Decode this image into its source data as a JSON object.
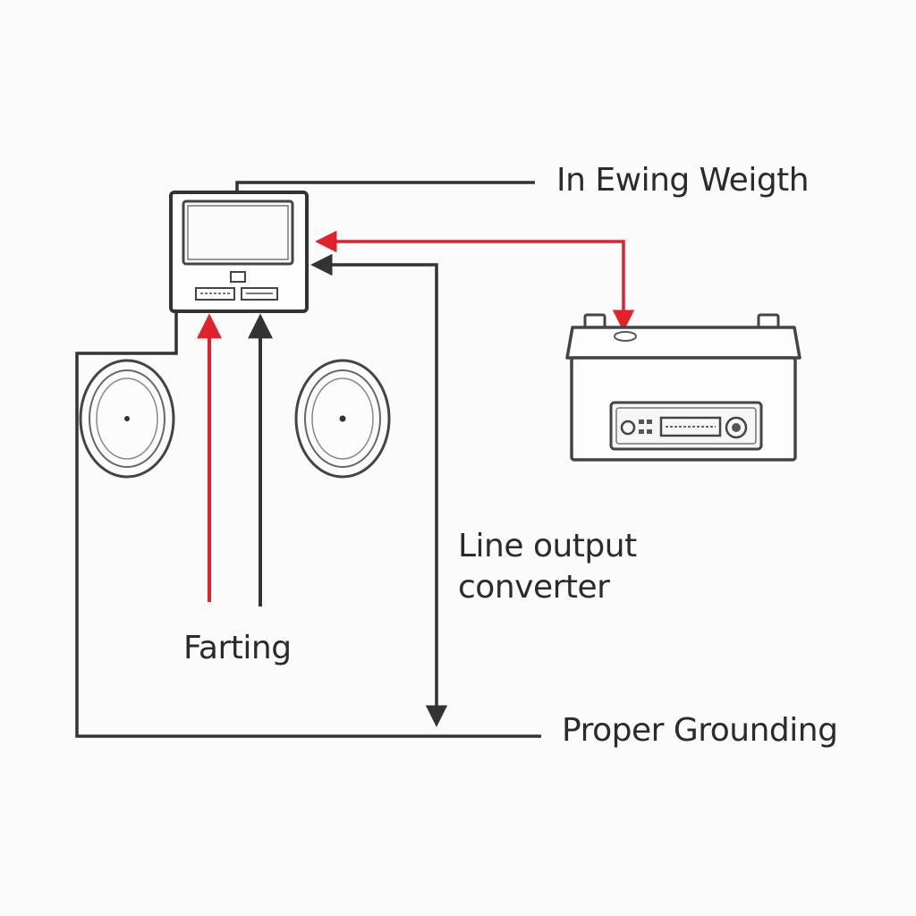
{
  "labels": {
    "top": "In Ewing Weigth",
    "converter_line1": "Line output",
    "converter_line2": "converter",
    "farting": "Farting",
    "grounding": "Proper Grounding"
  },
  "colors": {
    "wire_red": "#e0232b",
    "wire_dark": "#333333",
    "background": "#fbfbfb"
  },
  "icons": [
    "head-unit-icon",
    "speaker-icon",
    "speaker-icon",
    "battery-icon",
    "car-stereo-icon"
  ]
}
